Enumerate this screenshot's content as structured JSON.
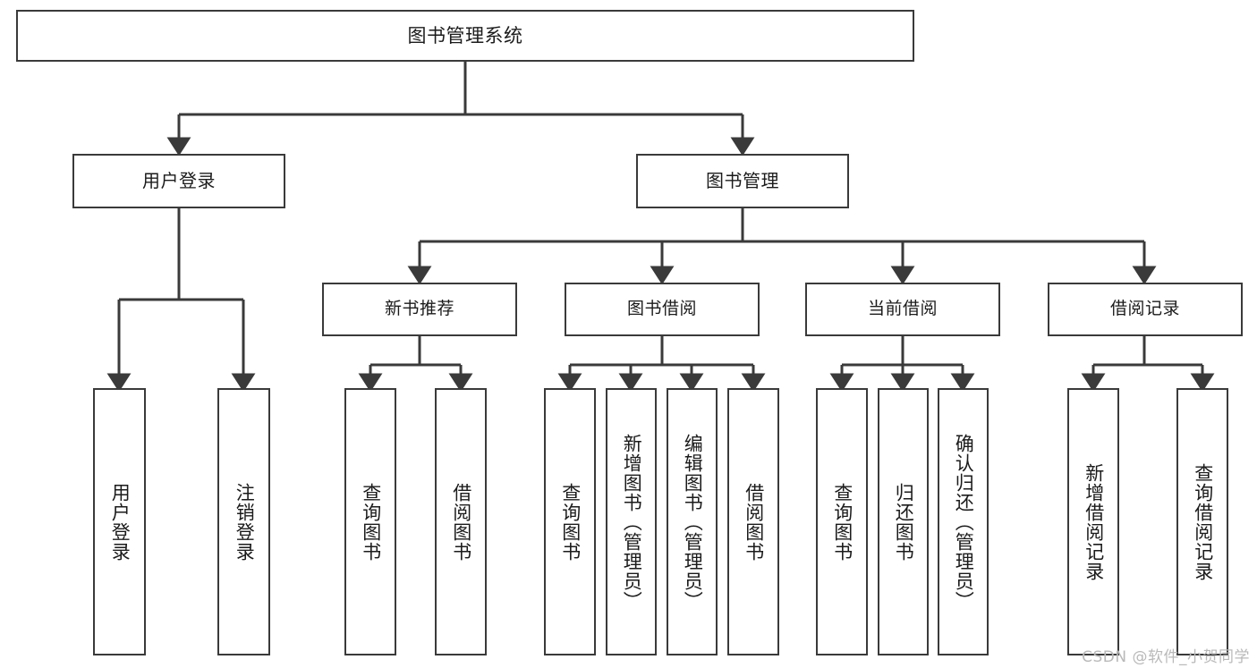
{
  "diagram": {
    "title": "图书管理系统",
    "type": "tree-hierarchy-chart",
    "colors": {
      "box_border": "#3a3a3a",
      "box_fill": "#ffffff",
      "connector": "#3a3a3a",
      "text": "#1b1b1b",
      "watermark": "#b9b9b9"
    },
    "root": {
      "label": "图书管理系统"
    },
    "level2": [
      {
        "id": "user-login",
        "label": "用户登录"
      },
      {
        "id": "book-manage",
        "label": "图书管理"
      }
    ],
    "level3": [
      {
        "id": "new-book-rec",
        "label": "新书推荐"
      },
      {
        "id": "book-borrow",
        "label": "图书借阅"
      },
      {
        "id": "current-borrow",
        "label": "当前借阅"
      },
      {
        "id": "borrow-record",
        "label": "借阅记录"
      }
    ],
    "leaves": {
      "user_login": [
        {
          "id": "leaf-user-login",
          "label": "用户登录"
        },
        {
          "id": "leaf-logout-login",
          "label": "注销登录"
        }
      ],
      "new_book_rec": [
        {
          "id": "leaf-query-book-1",
          "label": "查询图书"
        },
        {
          "id": "leaf-borrow-book-1",
          "label": "借阅图书"
        }
      ],
      "book_borrow": [
        {
          "id": "leaf-query-book-2",
          "label": "查询图书"
        },
        {
          "id": "leaf-add-book-admin",
          "label": "新增图书（管理员）"
        },
        {
          "id": "leaf-edit-book-admin",
          "label": "编辑图书（管理员）"
        },
        {
          "id": "leaf-borrow-book-2",
          "label": "借阅图书"
        }
      ],
      "current_borrow": [
        {
          "id": "leaf-query-book-3",
          "label": "查询图书"
        },
        {
          "id": "leaf-return-book",
          "label": "归还图书"
        },
        {
          "id": "leaf-confirm-return-admin",
          "label": "确认归还（管理员）"
        }
      ],
      "borrow_record": [
        {
          "id": "leaf-add-borrow-record",
          "label": "新增借阅记录"
        },
        {
          "id": "leaf-query-borrow-record",
          "label": "查询借阅记录"
        }
      ]
    }
  },
  "watermark": {
    "text": "CSDN @软件_小贺同学"
  }
}
